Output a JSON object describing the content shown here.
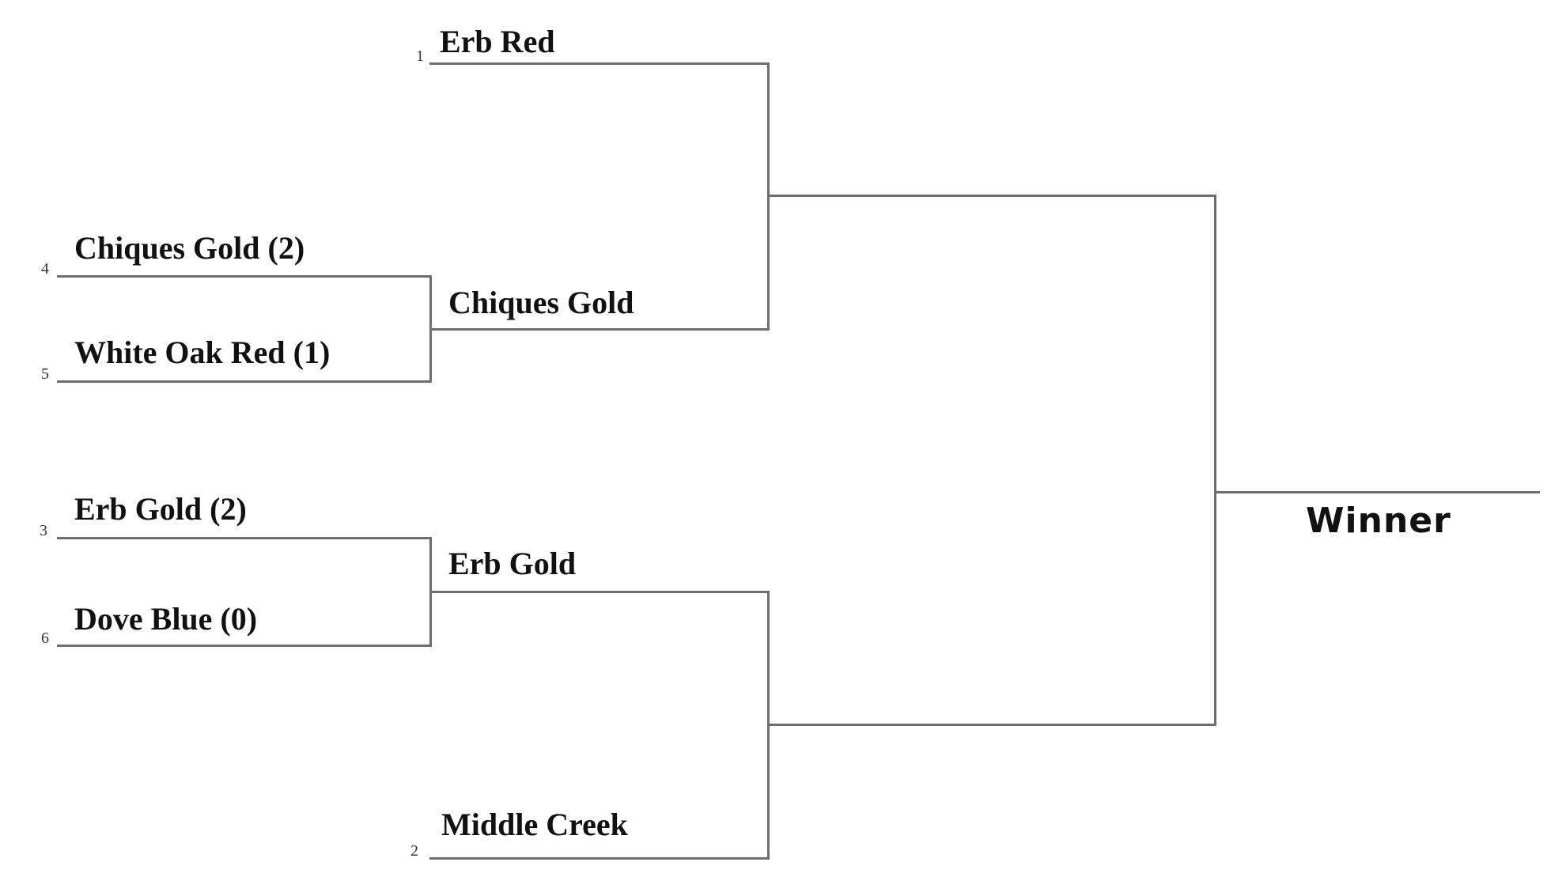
{
  "round1": {
    "game1": {
      "top": {
        "seed": "4",
        "team": "Chiques Gold (2)"
      },
      "bottom": {
        "seed": "5",
        "team": "White Oak Red (1)"
      }
    },
    "game2": {
      "top": {
        "seed": "3",
        "team": "Erb Gold (2)"
      },
      "bottom": {
        "seed": "6",
        "team": "Dove Blue (0)"
      }
    }
  },
  "semifinal": {
    "game1": {
      "top": {
        "seed": "1",
        "team": "Erb Red"
      },
      "bottom": {
        "seed": "",
        "team": "Chiques Gold"
      }
    },
    "game2": {
      "top": {
        "seed": "",
        "team": "Erb Gold"
      },
      "bottom": {
        "seed": "2",
        "team": "Middle Creek"
      }
    }
  },
  "final": {
    "label": "Winner"
  }
}
